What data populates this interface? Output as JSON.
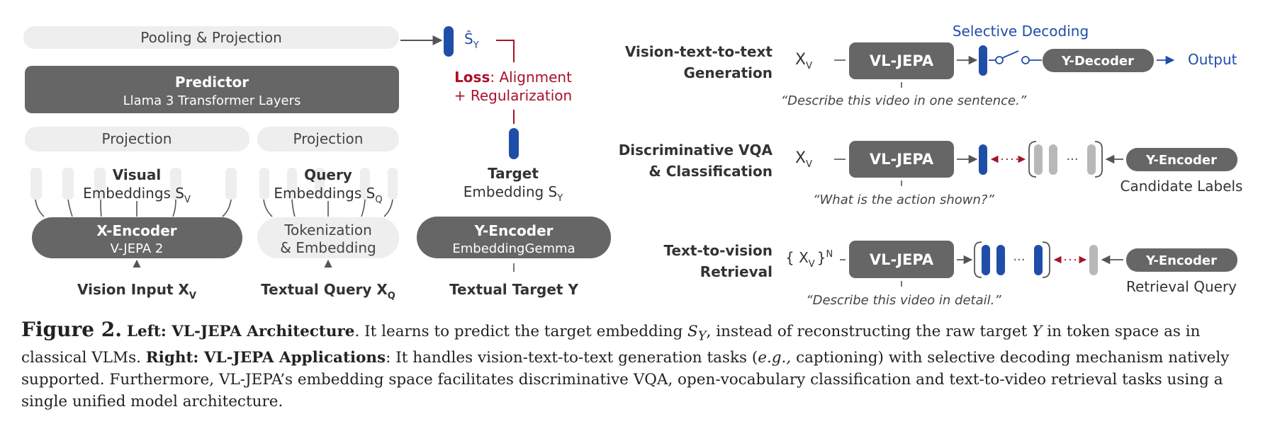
{
  "colors": {
    "dark_box": "#666666",
    "light_box": "#eeeeee",
    "blue": "#1f4ea8",
    "red": "#a8112a",
    "gray_bar": "#b8b8b8",
    "text": "#333333"
  },
  "left": {
    "pooling": "Pooling & Projection",
    "predictor_title": "Predictor",
    "predictor_sub": "Llama 3 Transformer Layers",
    "projection_visual": "Projection",
    "projection_query": "Projection",
    "visual_title": "Visual",
    "visual_sub": "Embeddings S",
    "visual_sub_index": "V",
    "query_title": "Query",
    "query_sub": "Embeddings S",
    "query_sub_index": "Q",
    "xencoder_title": "X-Encoder",
    "xencoder_sub": "V-JEPA 2",
    "tokenization_1": "Tokenization",
    "tokenization_2": "& Embedding",
    "vision_input": "Vision Input X",
    "vision_input_index": "V",
    "text_query": "Textual Query X",
    "text_query_index": "Q",
    "shat_label": "Ŝ",
    "shat_index": "Y",
    "loss_word": "Loss",
    "loss_rest": ": Alignment",
    "loss_line2": "+ Regularization",
    "target_title": "Target",
    "target_sub": "Embedding S",
    "target_sub_index": "Y",
    "yencoder_title": "Y-Encoder",
    "yencoder_sub": "EmbeddingGemma",
    "text_target": "Textual Target Y"
  },
  "right": {
    "selective_decoding": "Selective Decoding",
    "row1_label_1": "Vision-text-to-text",
    "row1_label_2": "Generation",
    "row1_input": "X",
    "row1_input_index": "V",
    "row1_model": "VL-JEPA",
    "row1_decoder": "Y-Decoder",
    "row1_output": "Output",
    "row1_prompt": "“Describe this video in one sentence.”",
    "row2_label_1": "Discriminative VQA",
    "row2_label_2": "& Classification",
    "row2_input": "X",
    "row2_input_index": "V",
    "row2_model": "VL-JEPA",
    "row2_ellipsis": "···",
    "row2_encoder": "Y-Encoder",
    "row2_candidates": "Candidate Labels",
    "row2_prompt": "“What is the action shown?”",
    "row3_label_1": "Text-to-vision",
    "row3_label_2": "Retrieval",
    "row3_input_open": "{ X",
    "row3_input_index": "V",
    "row3_input_close": "}",
    "row3_input_sup": "N",
    "row3_model": "VL-JEPA",
    "row3_ellipsis": "···",
    "row3_encoder": "Y-Encoder",
    "row3_query": "Retrieval Query",
    "row3_prompt": "“Describe this video in detail.”"
  },
  "caption": {
    "figure": "Figure 2.",
    "left_head": "Left: VL-JEPA Architecture",
    "left_text_1": ". It learns to predict the target embedding ",
    "left_sy": "S",
    "left_sy_index": "Y",
    "left_text_2": ", instead of reconstructing the raw target ",
    "left_y": "Y",
    "left_text_3": " in token space as in classical VLMs. ",
    "right_head": "Right: VL-JEPA Applications",
    "right_text_1": ": It handles vision-text-to-text generation tasks (",
    "right_eg": "e.g.,",
    "right_text_2": " captioning) with selective decoding mechanism natively supported.  Furthermore, VL-JEPA’s embedding space facilitates discriminative VQA, open-vocabulary classification and text-to-video retrieval tasks using a single unified model architecture."
  }
}
